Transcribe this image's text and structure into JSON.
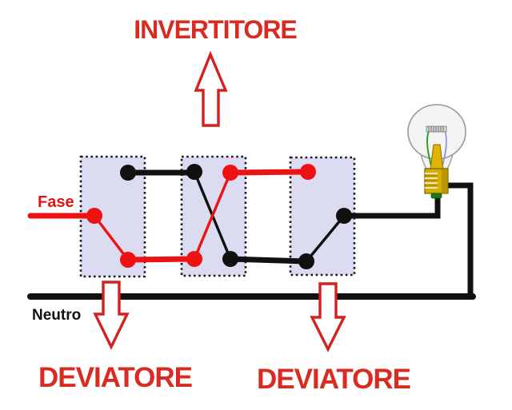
{
  "diagram": {
    "title_invertitore": "INVERTITORE",
    "label_fase": "Fase",
    "label_neutro": "Neutro",
    "label_deviatore_left": "DEVIATORE",
    "label_deviatore_right": "DEVIATORE",
    "colors": {
      "label_red": "#d92b21",
      "wire_red": "#ee1212",
      "wire_black": "#111111",
      "switch_box_fill": "#dbdbf2",
      "switch_box_border": "#1a1a1a",
      "arrow_red": "#d42020",
      "bulb_glass": "#f4f4f4",
      "bulb_base_gold": "#d6ae00",
      "bulb_contact_green": "#1c7a1c"
    },
    "components": {
      "left_switch_label": "DEVIATORE",
      "middle_switch_label": "INVERTITORE",
      "right_switch_label": "DEVIATORE",
      "lamp": "light-bulb"
    }
  }
}
